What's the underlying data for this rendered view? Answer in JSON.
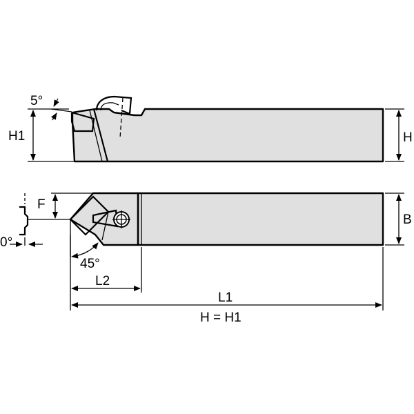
{
  "drawing": {
    "colors": {
      "body_fill": "#e0e0e0",
      "line": "#000000",
      "background": "#ffffff"
    },
    "labels": {
      "angle_5": "5°",
      "h1_left": "H1",
      "h_right": "H",
      "f": "F",
      "b": "B",
      "angle_0": "0°",
      "angle_45": "45°",
      "l2": "L2",
      "l1": "L1",
      "h_equals_h1": "H = H1"
    }
  }
}
